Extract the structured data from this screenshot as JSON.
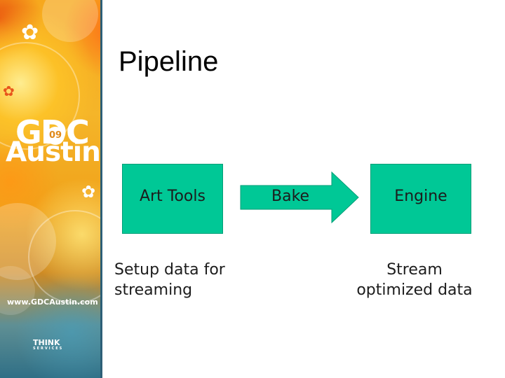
{
  "slide": {
    "title": "Pipeline"
  },
  "diagram": {
    "nodes": [
      {
        "label": "Art Tools",
        "caption_lines": [
          "Setup data for",
          "streaming"
        ]
      },
      {
        "label": "Engine",
        "caption_lines": [
          "Stream",
          "optimized data"
        ]
      }
    ],
    "arrow": {
      "label": "Bake"
    }
  },
  "colors": {
    "node_fill": "#00c896",
    "arrow_fill": "#00c896",
    "text": "#1c1c1c"
  },
  "branding": {
    "logo_top": "GDC",
    "logo_year": "09",
    "logo_city": "Austin",
    "url": "www.GDCAustin.com",
    "sponsor": "THINK",
    "sponsor_sub": "SERVICES"
  }
}
